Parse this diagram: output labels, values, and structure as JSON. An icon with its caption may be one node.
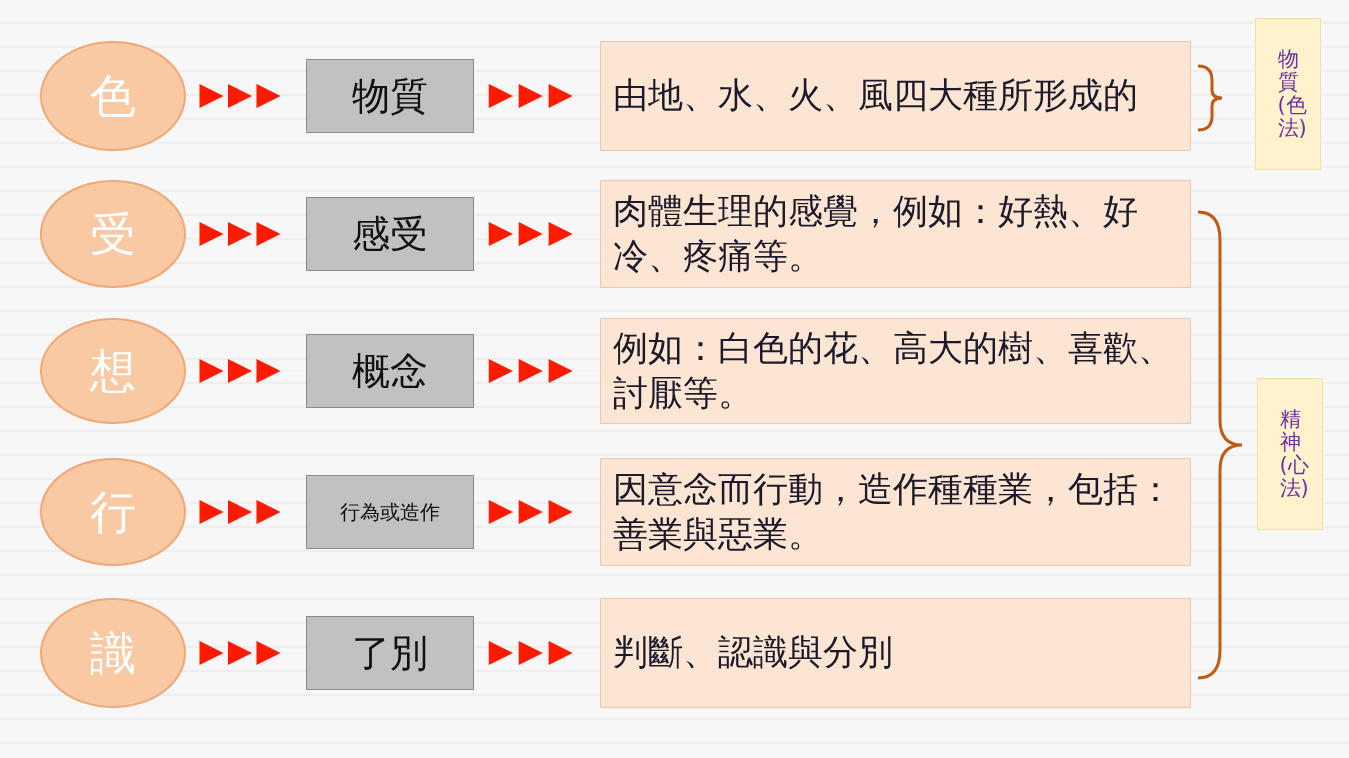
{
  "diagram": {
    "nodes": [
      {
        "text": [
          "色"
        ]
      },
      {
        "text": [
          "物質"
        ]
      },
      {
        "text": [
          "由地、水、火、風四大種所形成的"
        ]
      },
      {
        "text": [
          "受"
        ]
      },
      {
        "text": [
          "感受"
        ]
      },
      {
        "text": [
          "肉體生理的感覺，例如：好熱、好冷、疼痛等。"
        ]
      },
      {
        "text": [
          "想"
        ]
      },
      {
        "text": [
          "概念"
        ]
      },
      {
        "text": [
          "例如：白色的花、高大的樹、喜歡、討厭等。"
        ]
      },
      {
        "text": [
          "行"
        ]
      },
      {
        "text": [
          "行為或造作"
        ]
      },
      {
        "text": [
          "因意念而行動，造作種種業，包括：善業與惡業。"
        ]
      },
      {
        "text": [
          "識"
        ]
      },
      {
        "text": [
          "了別"
        ]
      },
      {
        "text": [
          "判斷、認識與分別"
        ]
      },
      {
        "text": [
          "物質(色法)"
        ]
      },
      {
        "text": [
          "精神(心法)"
        ]
      }
    ],
    "edges": [
      {
        "from": 0,
        "to": 1,
        "arrow": "to"
      },
      {
        "from": 1,
        "to": 2,
        "arrow": "to"
      },
      {
        "from": 3,
        "to": 4,
        "arrow": "to"
      },
      {
        "from": 4,
        "to": 5,
        "arrow": "to"
      },
      {
        "from": 6,
        "to": 7,
        "arrow": "to"
      },
      {
        "from": 7,
        "to": 8,
        "arrow": "to"
      },
      {
        "from": 9,
        "to": 10,
        "arrow": "to"
      },
      {
        "from": 10,
        "to": 11,
        "arrow": "to"
      },
      {
        "from": 12,
        "to": 13,
        "arrow": "to"
      },
      {
        "from": 13,
        "to": 14,
        "arrow": "to"
      }
    ]
  }
}
